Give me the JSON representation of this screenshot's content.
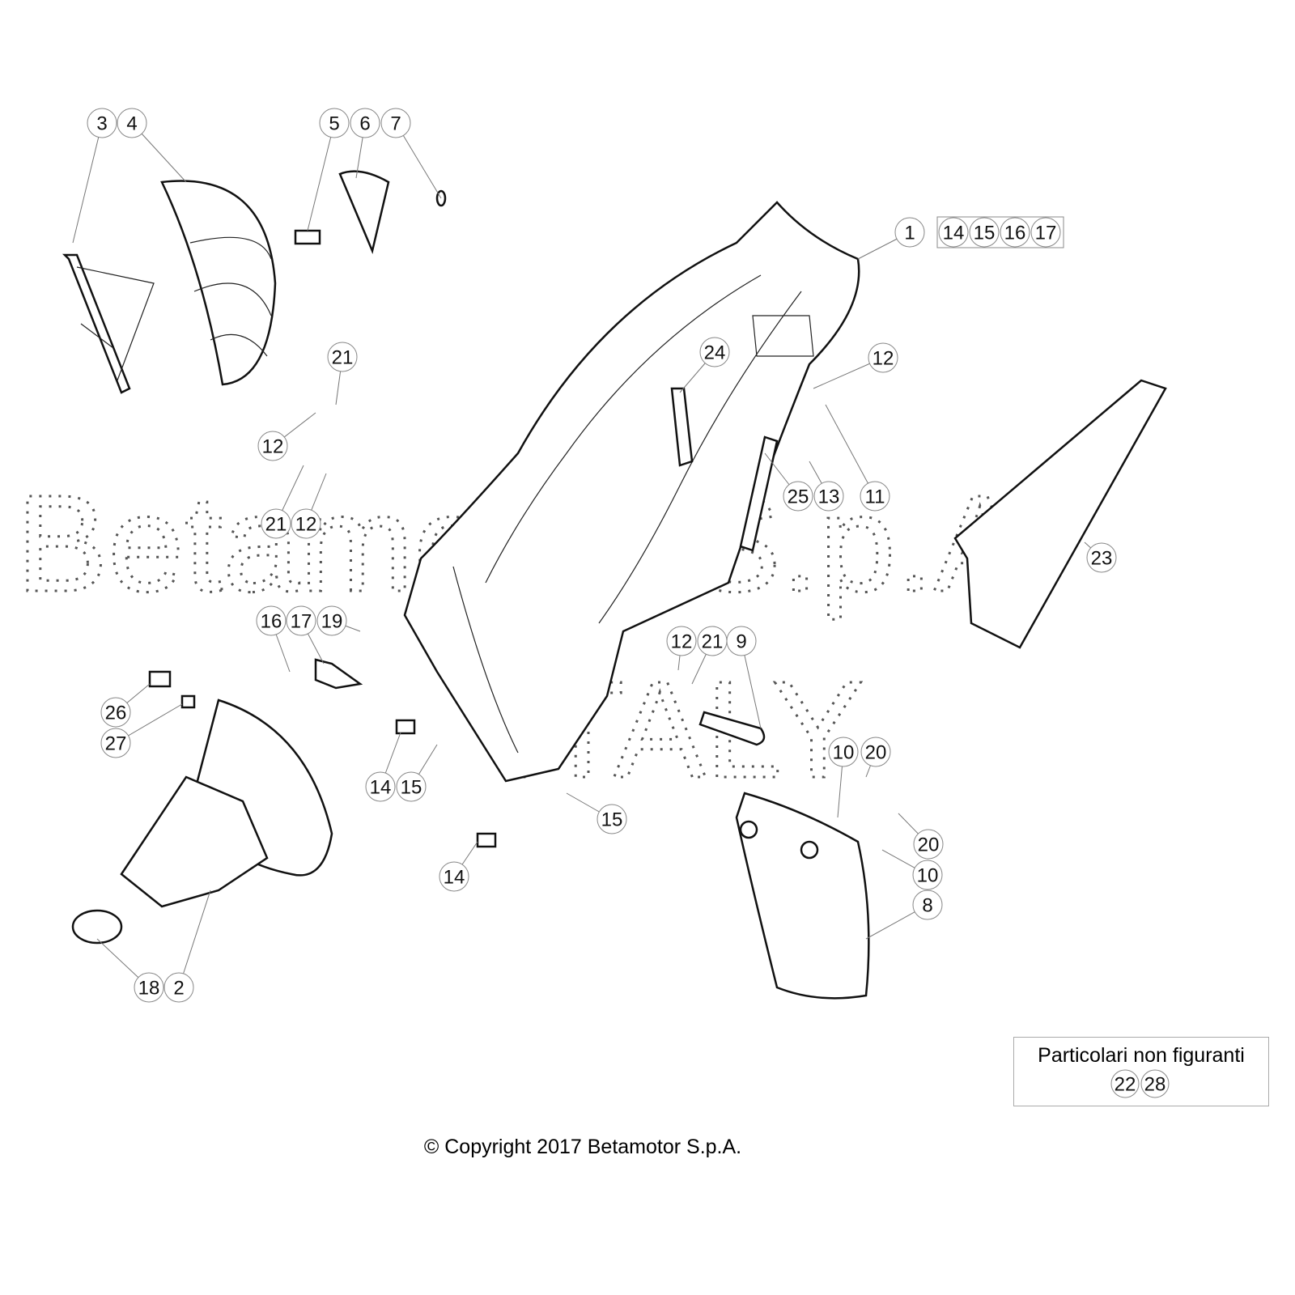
{
  "watermark": {
    "line1": "Betamotor S.p.A.",
    "line2": "ITALY"
  },
  "callouts": [
    "3",
    "4",
    "5",
    "6",
    "7",
    "1",
    "14",
    "15",
    "16",
    "17",
    "21",
    "24",
    "12",
    "12",
    "21",
    "12",
    "25",
    "13",
    "11",
    "23",
    "16",
    "17",
    "19",
    "12",
    "21",
    "9",
    "26",
    "27",
    "10",
    "20",
    "14",
    "15",
    "15",
    "20",
    "10",
    "14",
    "8",
    "18",
    "2"
  ],
  "not_shown": {
    "title": "Particolari non figuranti",
    "items": [
      "22",
      "28"
    ]
  },
  "copyright": "© Copyright 2017 Betamotor S.p.A."
}
